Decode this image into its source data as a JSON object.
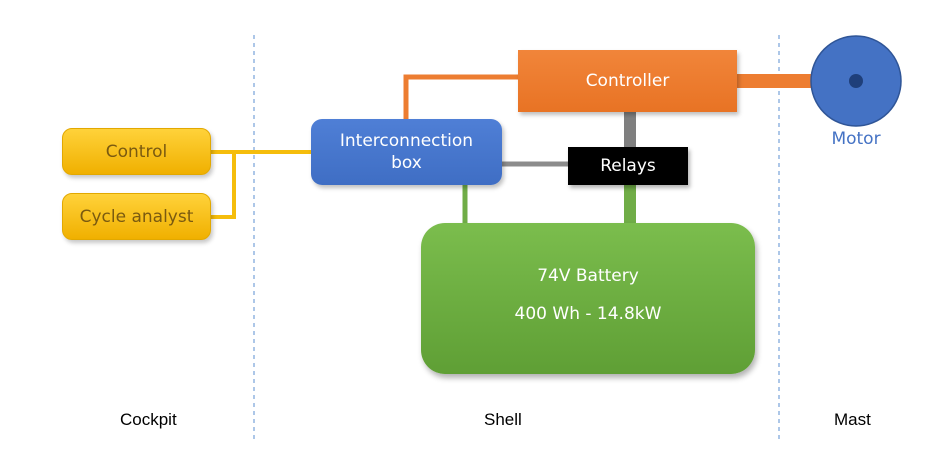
{
  "blocks": {
    "control": "Control",
    "cycle_analyst": "Cycle analyst",
    "interconnection_line1": "Interconnection",
    "interconnection_line2": "box",
    "controller": "Controller",
    "relays": "Relays",
    "battery_line1": "74V Battery",
    "battery_line2": "400 Wh - 14.8kW",
    "motor": "Motor"
  },
  "regions": {
    "cockpit": "Cockpit",
    "shell": "Shell",
    "mast": "Mast"
  },
  "colors": {
    "control_yellow": "#f5bd0c",
    "interconnection_blue": "#4472c4",
    "controller_orange": "#ed7d31",
    "relays_black": "#000000",
    "battery_green": "#70ad47",
    "motor_blue": "#4472c4",
    "wire_gray": "#808080"
  }
}
